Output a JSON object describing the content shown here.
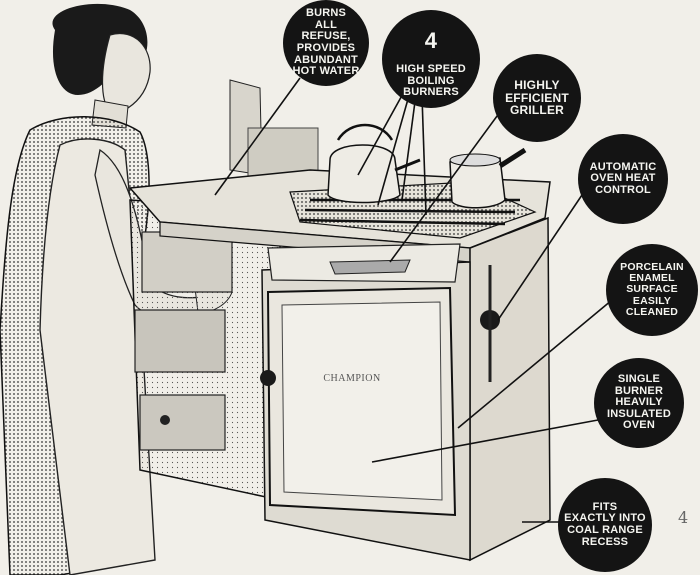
{
  "callouts": [
    {
      "text": "BURNS\nALL REFUSE,\nPROVIDES\nABUNDANT\nHOT WATER"
    },
    {
      "number": "4",
      "text": "HIGH SPEED\nBOILING\nBURNERS"
    },
    {
      "text": "HIGHLY\nEFFICIENT\nGRILLER"
    },
    {
      "text": "AUTOMATIC\nOVEN HEAT\nCONTROL"
    },
    {
      "text": "PORCELAIN\nENAMEL\nSURFACE\nEASILY\nCLEANED"
    },
    {
      "text": "SINGLE\nBURNER\nHEAVILY\nINSULATED\nOVEN"
    },
    {
      "text": "FITS\nEXACTLY INTO\nCOAL RANGE\nRECESS"
    }
  ],
  "oven_brand": "CHAMPION",
  "corner_mark": "4"
}
